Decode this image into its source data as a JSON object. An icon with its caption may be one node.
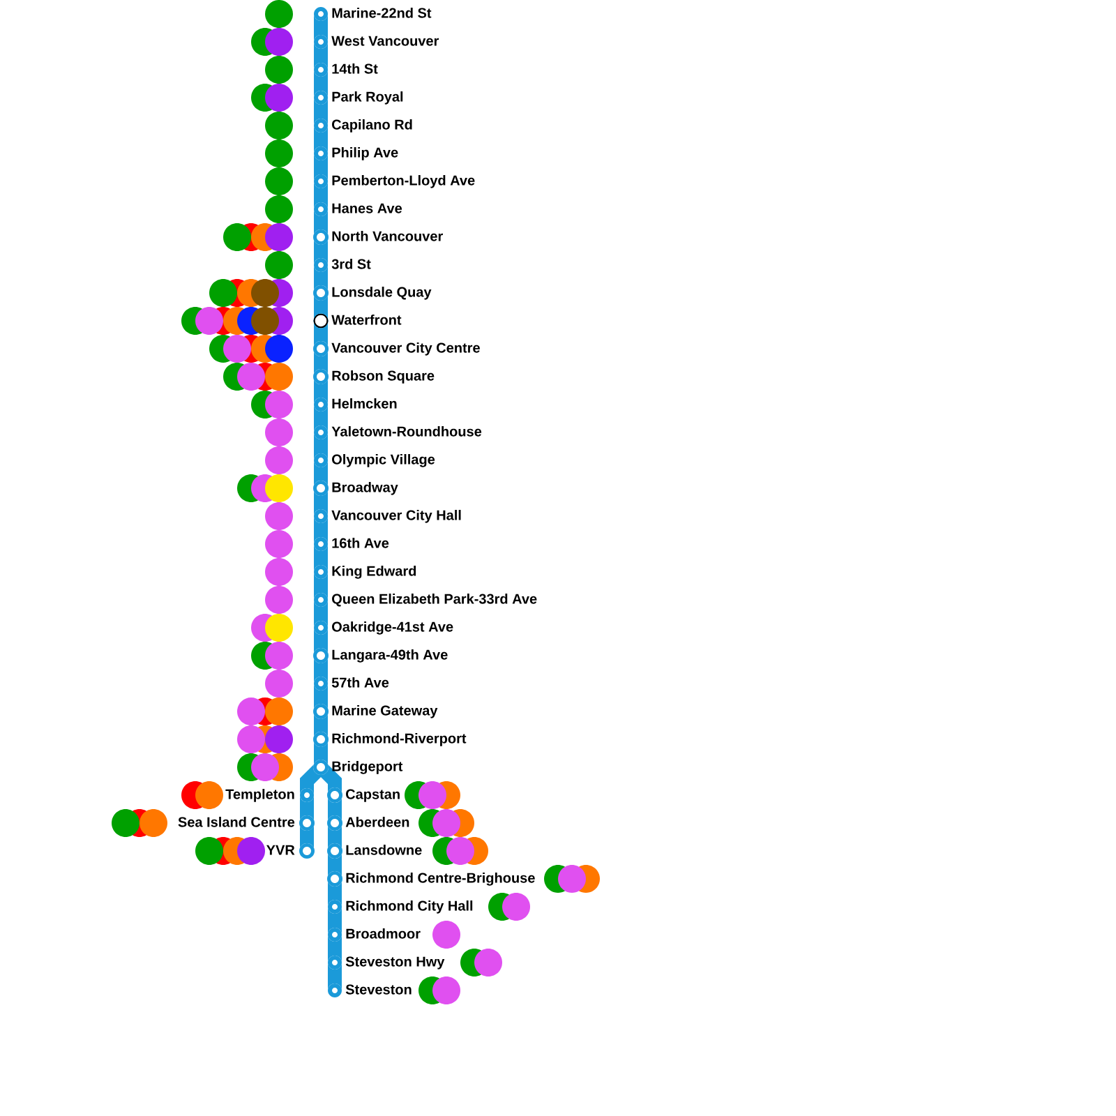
{
  "diagram": {
    "nodes": [
      {
        "text": [],
        "shape": "circle",
        "beside": [
          "Marine-22nd St"
        ]
      },
      {
        "text": [],
        "shape": "circle",
        "beside": [
          "West Vancouver"
        ]
      },
      {
        "text": [],
        "shape": "circle",
        "beside": [
          "14th St"
        ]
      },
      {
        "text": [],
        "shape": "circle",
        "beside": [
          "Park Royal"
        ]
      },
      {
        "text": [],
        "shape": "circle",
        "beside": [
          "Capilano Rd"
        ]
      },
      {
        "text": [],
        "shape": "circle",
        "beside": [
          "Philip Ave"
        ]
      },
      {
        "text": [],
        "shape": "circle",
        "beside": [
          "Pemberton-Lloyd Ave"
        ]
      },
      {
        "text": [],
        "shape": "circle",
        "beside": [
          "Hanes Ave"
        ]
      },
      {
        "text": [],
        "shape": "circle",
        "beside": [
          "North Vancouver"
        ]
      },
      {
        "text": [],
        "shape": "circle",
        "beside": [
          "3rd St"
        ]
      },
      {
        "text": [],
        "shape": "circle",
        "beside": [
          "Lonsdale Quay"
        ]
      },
      {
        "text": [],
        "shape": "circle",
        "beside": [
          "Waterfront"
        ]
      },
      {
        "text": [],
        "shape": "circle",
        "beside": [
          "Vancouver City Centre"
        ]
      },
      {
        "text": [],
        "shape": "circle",
        "beside": [
          "Robson Square"
        ]
      },
      {
        "text": [],
        "shape": "circle",
        "beside": [
          "Helmcken"
        ]
      },
      {
        "text": [],
        "shape": "circle",
        "beside": [
          "Yaletown-Roundhouse"
        ]
      },
      {
        "text": [],
        "shape": "circle",
        "beside": [
          "Olympic Village"
        ]
      },
      {
        "text": [],
        "shape": "circle",
        "beside": [
          "Broadway"
        ]
      },
      {
        "text": [],
        "shape": "circle",
        "beside": [
          "Vancouver City Hall"
        ]
      },
      {
        "text": [],
        "shape": "circle",
        "beside": [
          "16th Ave"
        ]
      },
      {
        "text": [],
        "shape": "circle",
        "beside": [
          "King Edward"
        ]
      },
      {
        "text": [],
        "shape": "circle",
        "beside": [
          "Queen Elizabeth Park-33rd Ave"
        ]
      },
      {
        "text": [],
        "shape": "circle",
        "beside": [
          "Oakridge-41st Ave"
        ]
      },
      {
        "text": [],
        "shape": "circle",
        "beside": [
          "Langara-49th Ave"
        ]
      },
      {
        "text": [],
        "shape": "circle",
        "beside": [
          "57th Ave"
        ]
      },
      {
        "text": [],
        "shape": "circle",
        "beside": [
          "Marine Gateway"
        ]
      },
      {
        "text": [],
        "shape": "circle",
        "beside": [
          "Richmond-Riverport"
        ]
      },
      {
        "text": [],
        "shape": "circle",
        "beside": [
          "Bridgeport"
        ]
      },
      {
        "text": [],
        "shape": "circle",
        "beside": [
          "Templeton"
        ]
      },
      {
        "text": [],
        "shape": "circle",
        "beside": [
          "Sea Island Centre"
        ]
      },
      {
        "text": [],
        "shape": "circle",
        "beside": [
          "YVR"
        ]
      },
      {
        "text": [],
        "shape": "circle",
        "beside": [
          "Capstan"
        ]
      },
      {
        "text": [],
        "shape": "circle",
        "beside": [
          "Aberdeen"
        ]
      },
      {
        "text": [],
        "shape": "circle",
        "beside": [
          "Lansdowne"
        ]
      },
      {
        "text": [],
        "shape": "circle",
        "beside": [
          "Richmond Centre-Brighouse"
        ]
      },
      {
        "text": [],
        "shape": "circle",
        "beside": [
          "Richmond City Hall"
        ]
      },
      {
        "text": [],
        "shape": "circle",
        "beside": [
          "Broadmoor"
        ]
      },
      {
        "text": [],
        "shape": "circle",
        "beside": [
          "Steveston Hwy"
        ]
      },
      {
        "text": [],
        "shape": "circle",
        "beside": [
          "Steveston"
        ]
      }
    ],
    "edges": [
      {
        "from": 0,
        "to": 1,
        "arrow": "none"
      },
      {
        "from": 1,
        "to": 2,
        "arrow": "none"
      },
      {
        "from": 2,
        "to": 3,
        "arrow": "none"
      },
      {
        "from": 3,
        "to": 4,
        "arrow": "none"
      },
      {
        "from": 4,
        "to": 5,
        "arrow": "none"
      },
      {
        "from": 5,
        "to": 6,
        "arrow": "none"
      },
      {
        "from": 6,
        "to": 7,
        "arrow": "none"
      },
      {
        "from": 7,
        "to": 8,
        "arrow": "none"
      },
      {
        "from": 8,
        "to": 9,
        "arrow": "none"
      },
      {
        "from": 9,
        "to": 10,
        "arrow": "none"
      },
      {
        "from": 10,
        "to": 11,
        "arrow": "none"
      },
      {
        "from": 11,
        "to": 12,
        "arrow": "none"
      },
      {
        "from": 12,
        "to": 13,
        "arrow": "none"
      },
      {
        "from": 13,
        "to": 14,
        "arrow": "none"
      },
      {
        "from": 14,
        "to": 15,
        "arrow": "none"
      },
      {
        "from": 15,
        "to": 16,
        "arrow": "none"
      },
      {
        "from": 16,
        "to": 17,
        "arrow": "none"
      },
      {
        "from": 17,
        "to": 18,
        "arrow": "none"
      },
      {
        "from": 18,
        "to": 19,
        "arrow": "none"
      },
      {
        "from": 19,
        "to": 20,
        "arrow": "none"
      },
      {
        "from": 20,
        "to": 21,
        "arrow": "none"
      },
      {
        "from": 21,
        "to": 22,
        "arrow": "none"
      },
      {
        "from": 22,
        "to": 23,
        "arrow": "none"
      },
      {
        "from": 23,
        "to": 24,
        "arrow": "none"
      },
      {
        "from": 24,
        "to": 25,
        "arrow": "none"
      },
      {
        "from": 25,
        "to": 26,
        "arrow": "none"
      },
      {
        "from": 26,
        "to": 27,
        "arrow": "none"
      },
      {
        "from": 27,
        "to": 28,
        "arrow": "none"
      },
      {
        "from": 28,
        "to": 29,
        "arrow": "none"
      },
      {
        "from": 29,
        "to": 30,
        "arrow": "none"
      },
      {
        "from": 27,
        "to": 31,
        "arrow": "none"
      },
      {
        "from": 31,
        "to": 32,
        "arrow": "none"
      },
      {
        "from": 32,
        "to": 33,
        "arrow": "none"
      },
      {
        "from": 33,
        "to": 34,
        "arrow": "none"
      },
      {
        "from": 34,
        "to": 35,
        "arrow": "none"
      },
      {
        "from": 35,
        "to": 36,
        "arrow": "none"
      },
      {
        "from": 36,
        "to": 37,
        "arrow": "none"
      },
      {
        "from": 37,
        "to": 38,
        "arrow": "none"
      }
    ]
  }
}
